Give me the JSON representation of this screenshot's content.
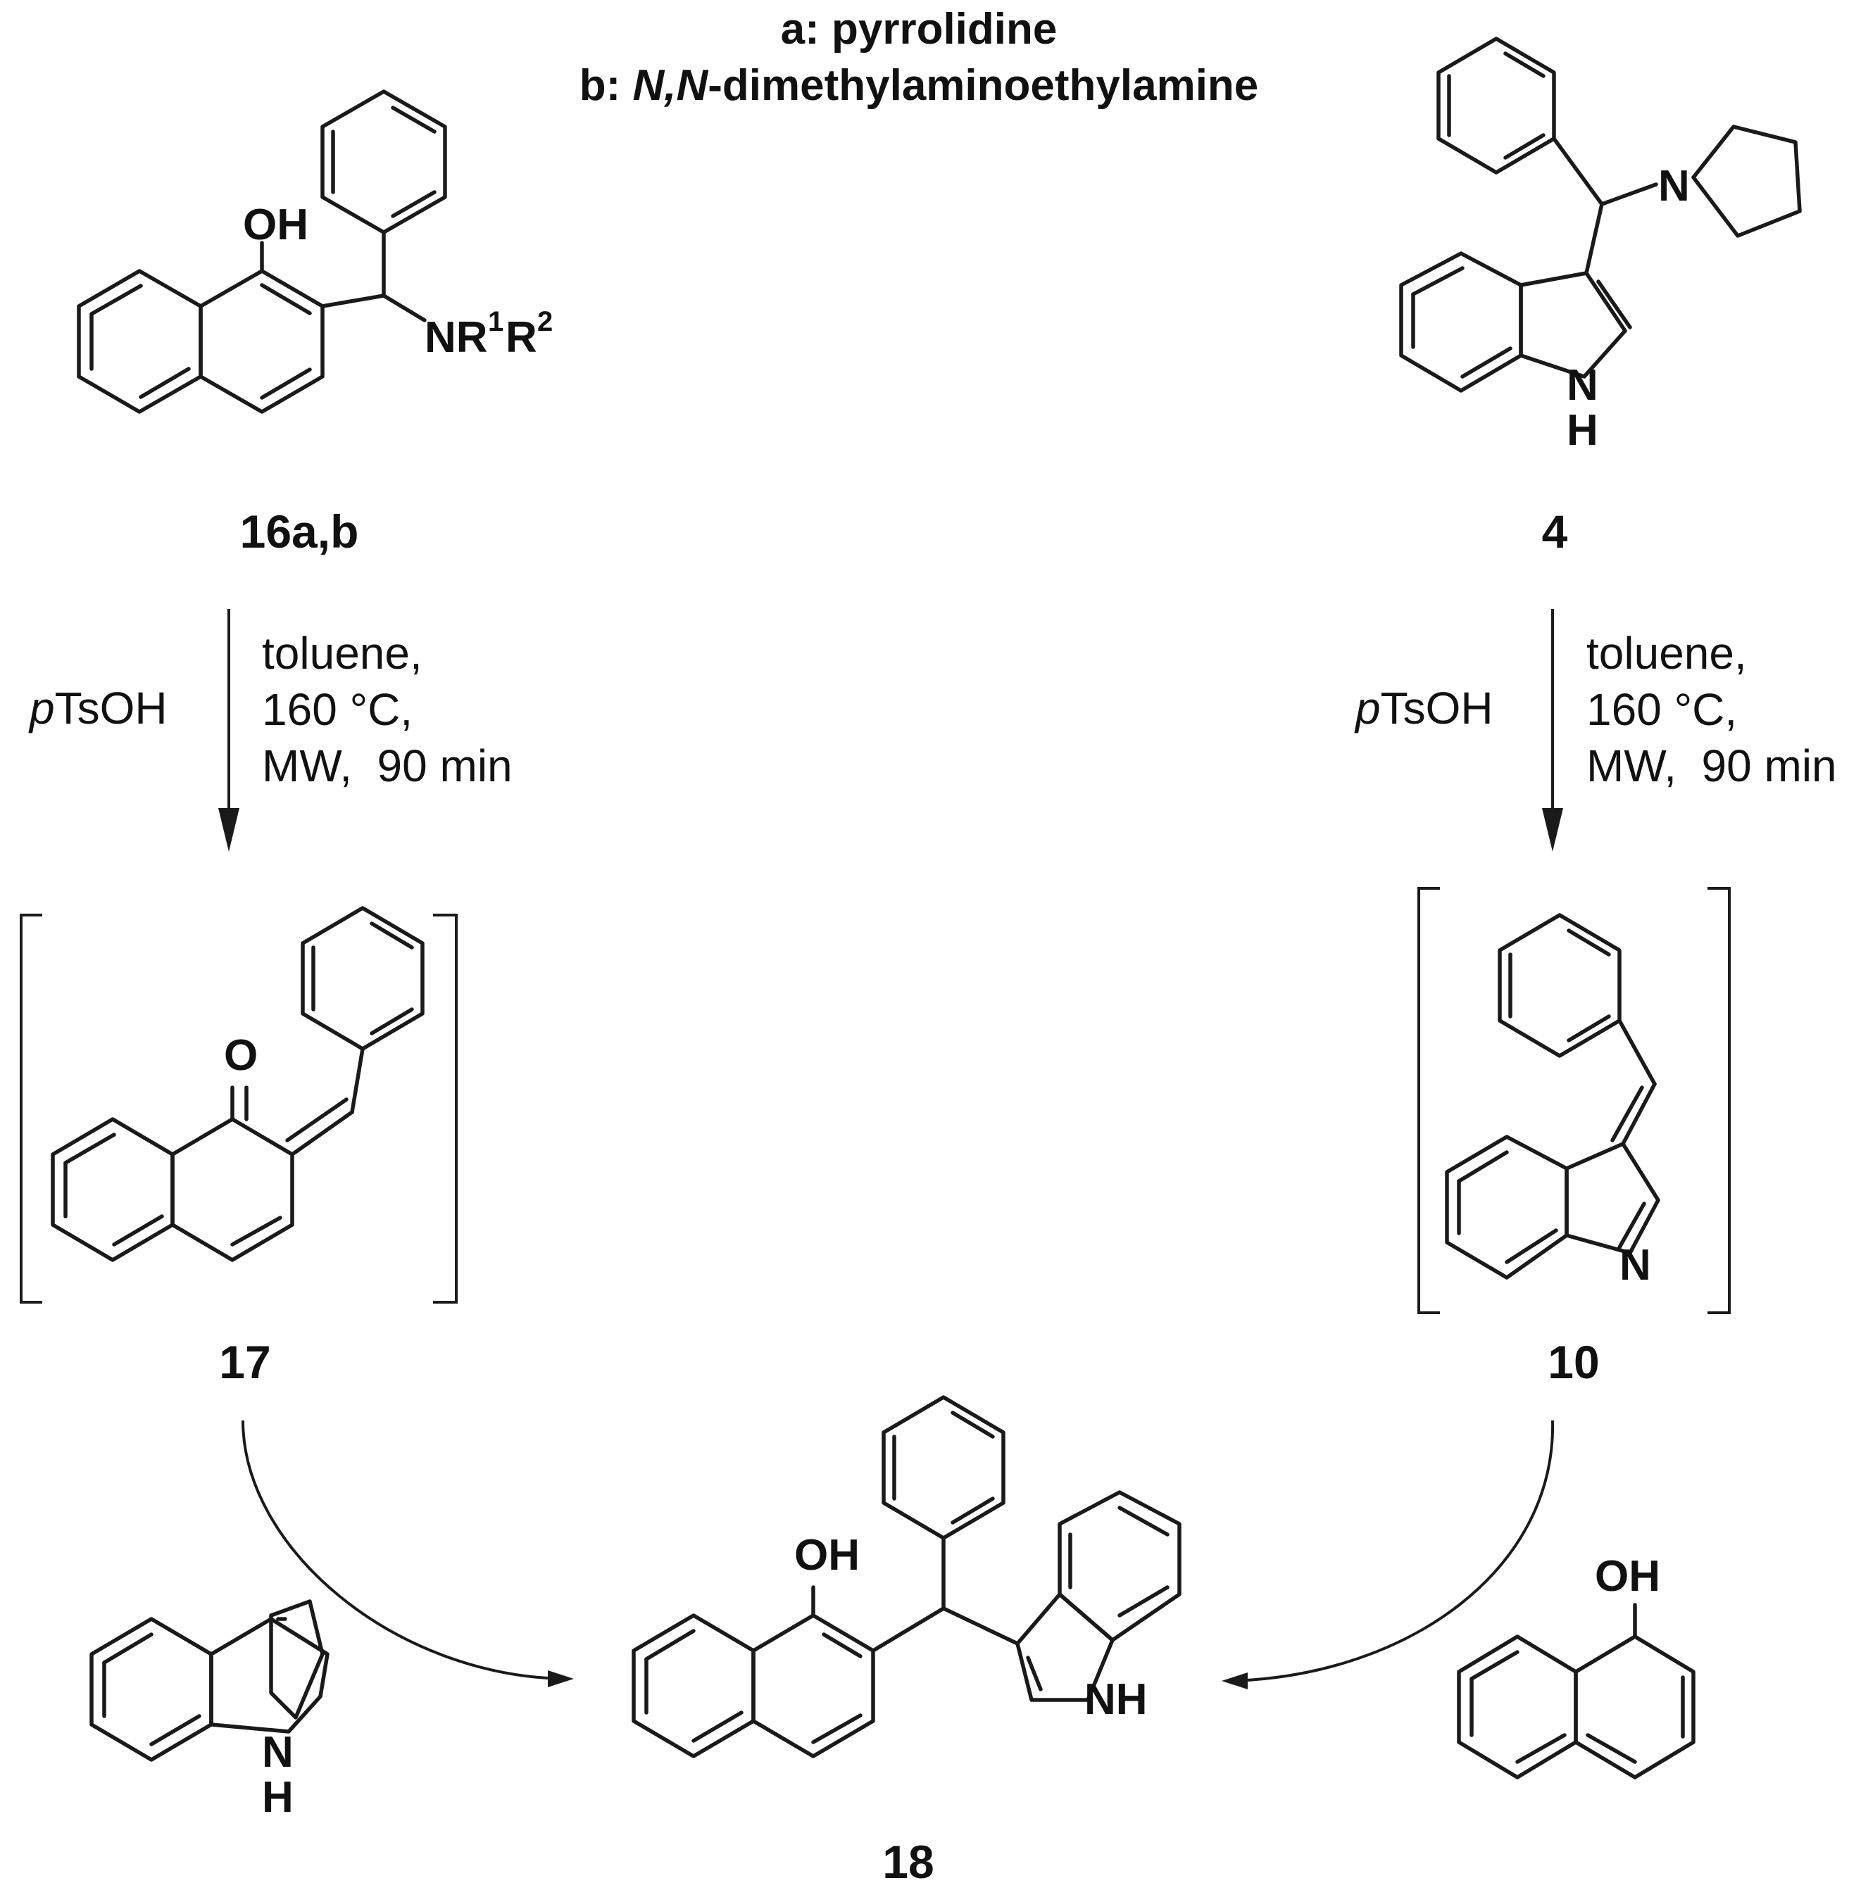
{
  "legend": {
    "line_a": "a: pyrrolidine",
    "line_b_prefix": "b: ",
    "line_b_italic": "N,N",
    "line_b_rest": "-dimethylaminoethylamine"
  },
  "compounds": {
    "c16": "16a,b",
    "c4": "4",
    "c17": "17",
    "c10": "10",
    "c18": "18"
  },
  "conditions": {
    "left": {
      "reagent_italic": "p",
      "reagent_rest": "TsOH",
      "line1": "toluene,",
      "line2": "160 °C,",
      "line3": "MW,  90 min"
    },
    "right": {
      "reagent_italic": "p",
      "reagent_rest": "TsOH",
      "line1": "toluene,",
      "line2": "160 °C,",
      "line3": "MW,  90 min"
    }
  },
  "atoms": {
    "oh": "OH",
    "nr": "NR",
    "r2": "R",
    "sup1": "1",
    "sup2": "2",
    "n": "N",
    "h": "H",
    "o": "O",
    "nh": "NH"
  }
}
